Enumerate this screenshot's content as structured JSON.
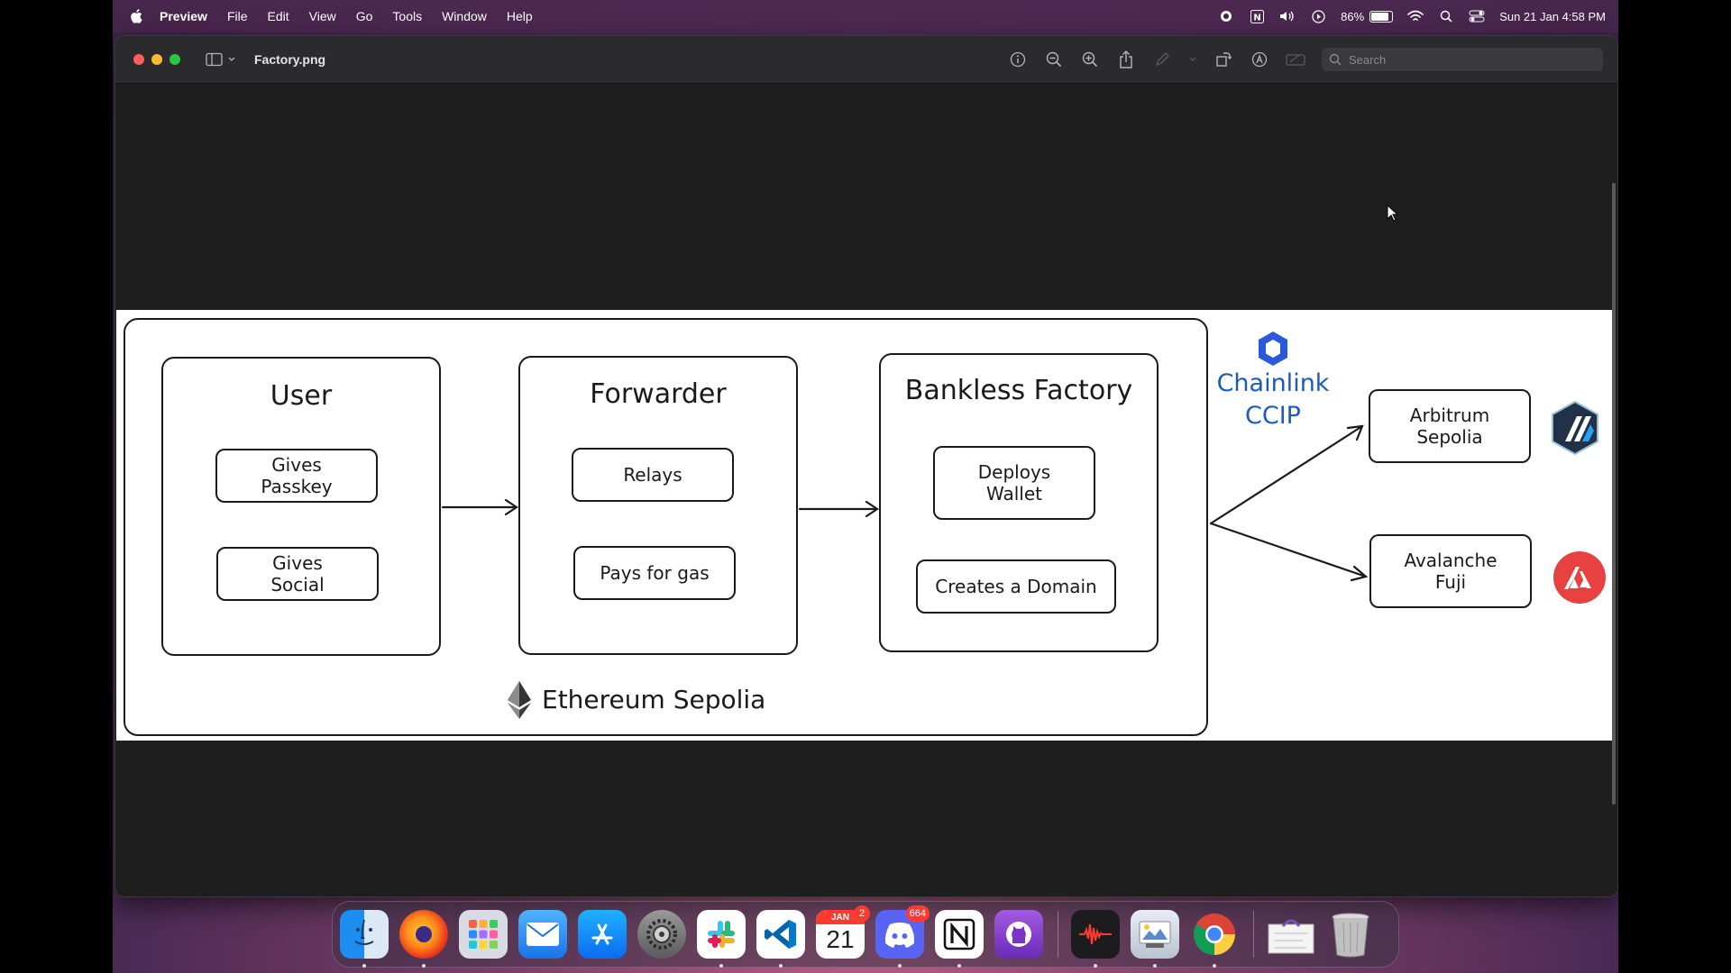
{
  "menubar": {
    "app_name": "Preview",
    "items": [
      "File",
      "Edit",
      "View",
      "Go",
      "Tools",
      "Window",
      "Help"
    ],
    "battery_percent": "86%",
    "battery_level": 0.86,
    "datetime": "Sun 21 Jan  4:58 PM"
  },
  "window": {
    "title": "Factory.png",
    "search_placeholder": "Search"
  },
  "diagram": {
    "columns": [
      {
        "title": "User",
        "items": [
          "Gives\nPasskey",
          "Gives\nSocial"
        ]
      },
      {
        "title": "Forwarder",
        "items": [
          "Relays",
          "Pays for gas"
        ]
      },
      {
        "title": "Bankless Factory",
        "items": [
          "Deploys\nWallet",
          "Creates a Domain"
        ]
      }
    ],
    "network": "Ethereum Sepolia",
    "bridge": "Chainlink\nCCIP",
    "targets": [
      "Arbitrum\nSepolia",
      "Avalanche\nFuji"
    ]
  },
  "dock": {
    "calendar_month": "JAN",
    "calendar_day": "21",
    "calendar_badge": "2",
    "discord_badge": "664",
    "apps": [
      "finder-icon",
      "firefox-icon",
      "launchpad-icon",
      "mail-icon",
      "app-store-icon",
      "system-settings-icon",
      "slack-icon",
      "vscode-icon",
      "calendar-icon",
      "discord-icon",
      "notion-icon",
      "github-desktop-icon",
      "voice-memos-icon",
      "preview-icon",
      "chrome-icon",
      "downloads-stack-icon",
      "trash-icon"
    ]
  },
  "colors": {
    "ccip_blue": "#1f5bbd",
    "chainlink_blue": "#2a5ada",
    "avalanche_red": "#e84142",
    "arbitrum_navy": "#213147"
  }
}
